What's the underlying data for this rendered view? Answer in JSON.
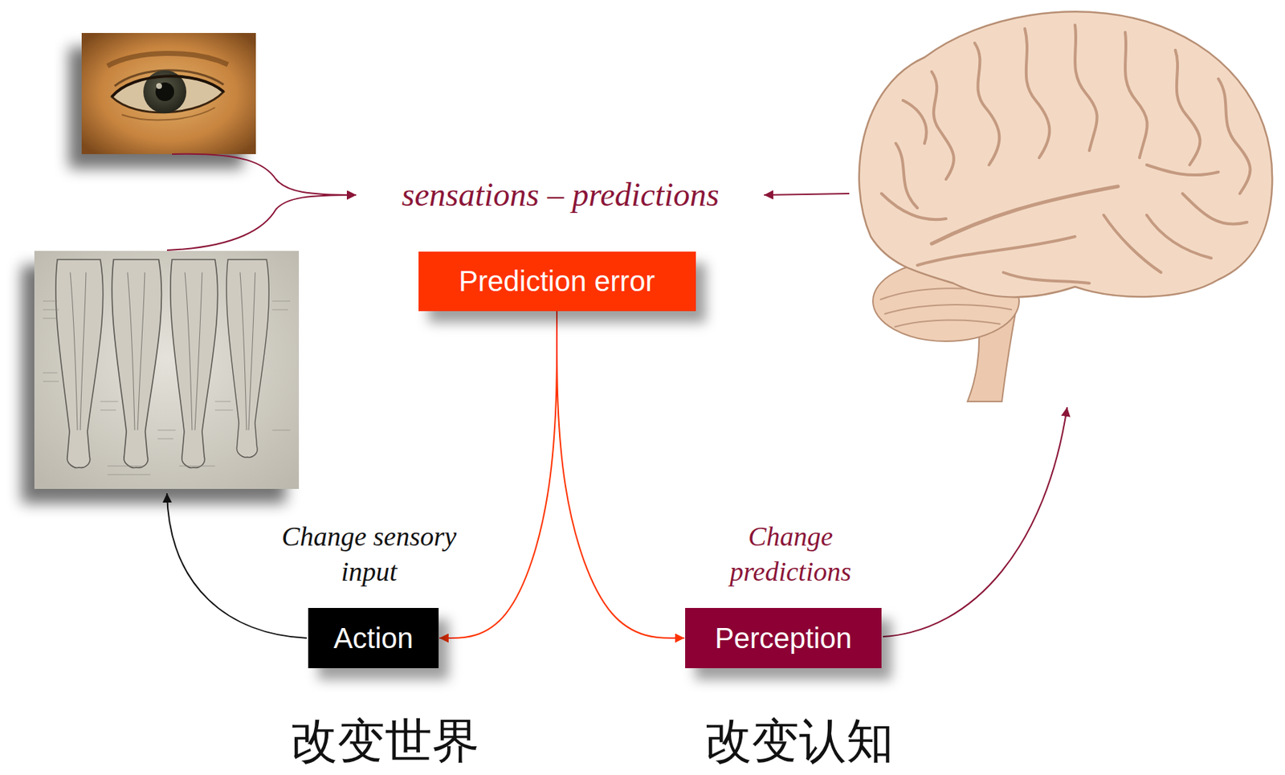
{
  "diagram": {
    "nodes": [
      {
        "text": [
          "Prediction error"
        ]
      },
      {
        "text": [
          "Action"
        ]
      },
      {
        "text": [
          "Perception"
        ]
      }
    ],
    "edges": [
      {
        "from": 0,
        "to": 1,
        "arrow": "to"
      },
      {
        "from": 0,
        "to": 2,
        "arrow": "to"
      }
    ],
    "labels": [
      "sensations – predictions",
      "Change sensory input",
      "Change predictions",
      "改变世界",
      "改变认知"
    ]
  }
}
